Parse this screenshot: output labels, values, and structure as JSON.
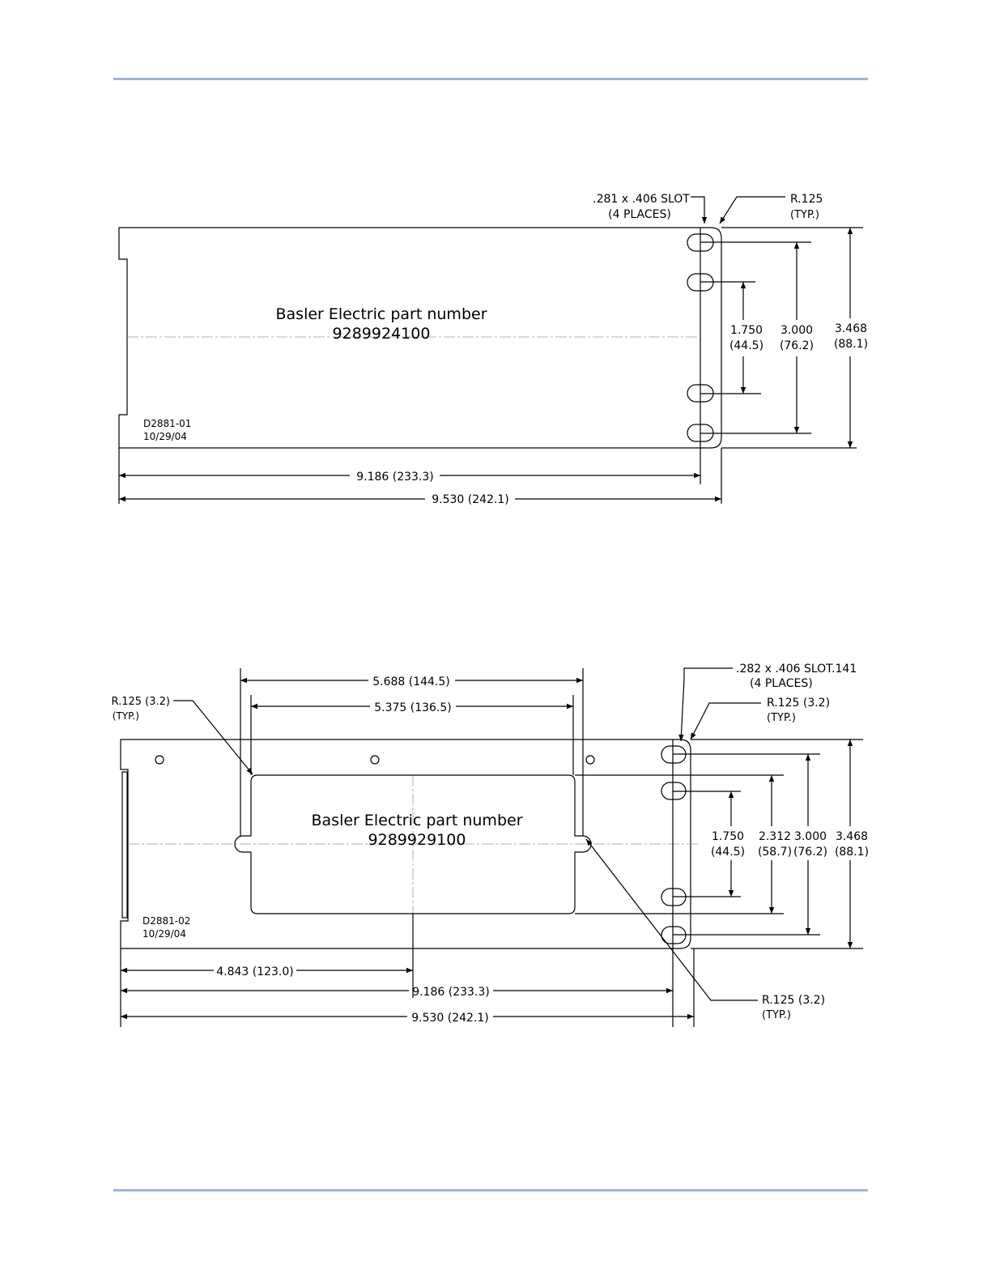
{
  "colors": {
    "rule": "#9db4d6",
    "ink": "#000000",
    "centerline": "#999999"
  },
  "drawing1": {
    "part_label": "Basler Electric part number",
    "part_number": "9289924100",
    "drawing_id": "D2881-01",
    "date": "10/29/04",
    "slot_note_line1": ".281 x .406 SLOT",
    "slot_note_line2": "(4 PLACES)",
    "radius_note_line1": "R.125",
    "radius_note_line2": "(TYP.)",
    "dim_hole_pitch": "1.750",
    "dim_hole_pitch_mm": "(44.5)",
    "dim_outer_holes": "3.000",
    "dim_outer_holes_mm": "(76.2)",
    "dim_height": "3.468",
    "dim_height_mm": "(88.1)",
    "dim_slot_center": "9.186 (233.3)",
    "dim_overall_length": "9.530 (242.1)"
  },
  "drawing2": {
    "part_label": "Basler Electric part number",
    "part_number": "9289929100",
    "drawing_id": "D2881-02",
    "date": "10/29/04",
    "slot_note_line1": ".282 x .406 SLOT.141",
    "slot_note_line2": "(4 PLACES)",
    "radius_right_line1": "R.125 (3.2)",
    "radius_right_line2": "(TYP.)",
    "radius_left_line1": "R.125 (3.2)",
    "radius_left_line2": "(TYP.)",
    "radius_bottom_line1": "R.125 (3.2)",
    "radius_bottom_line2": "(TYP.)",
    "dim_cutout_outer": "5.688 (144.5)",
    "dim_cutout_inner": "5.375 (136.5)",
    "dim_hole_pitch": "1.750",
    "dim_hole_pitch_mm": "(44.5)",
    "dim_cutout_height": "2.312",
    "dim_cutout_height_mm": "(58.7)",
    "dim_outer_holes": "3.000",
    "dim_outer_holes_mm": "(76.2)",
    "dim_height": "3.468",
    "dim_height_mm": "(88.1)",
    "dim_cutout_center": "4.843 (123.0)",
    "dim_slot_center": "9.186 (233.3)",
    "dim_overall_length": "9.530 (242.1)"
  }
}
